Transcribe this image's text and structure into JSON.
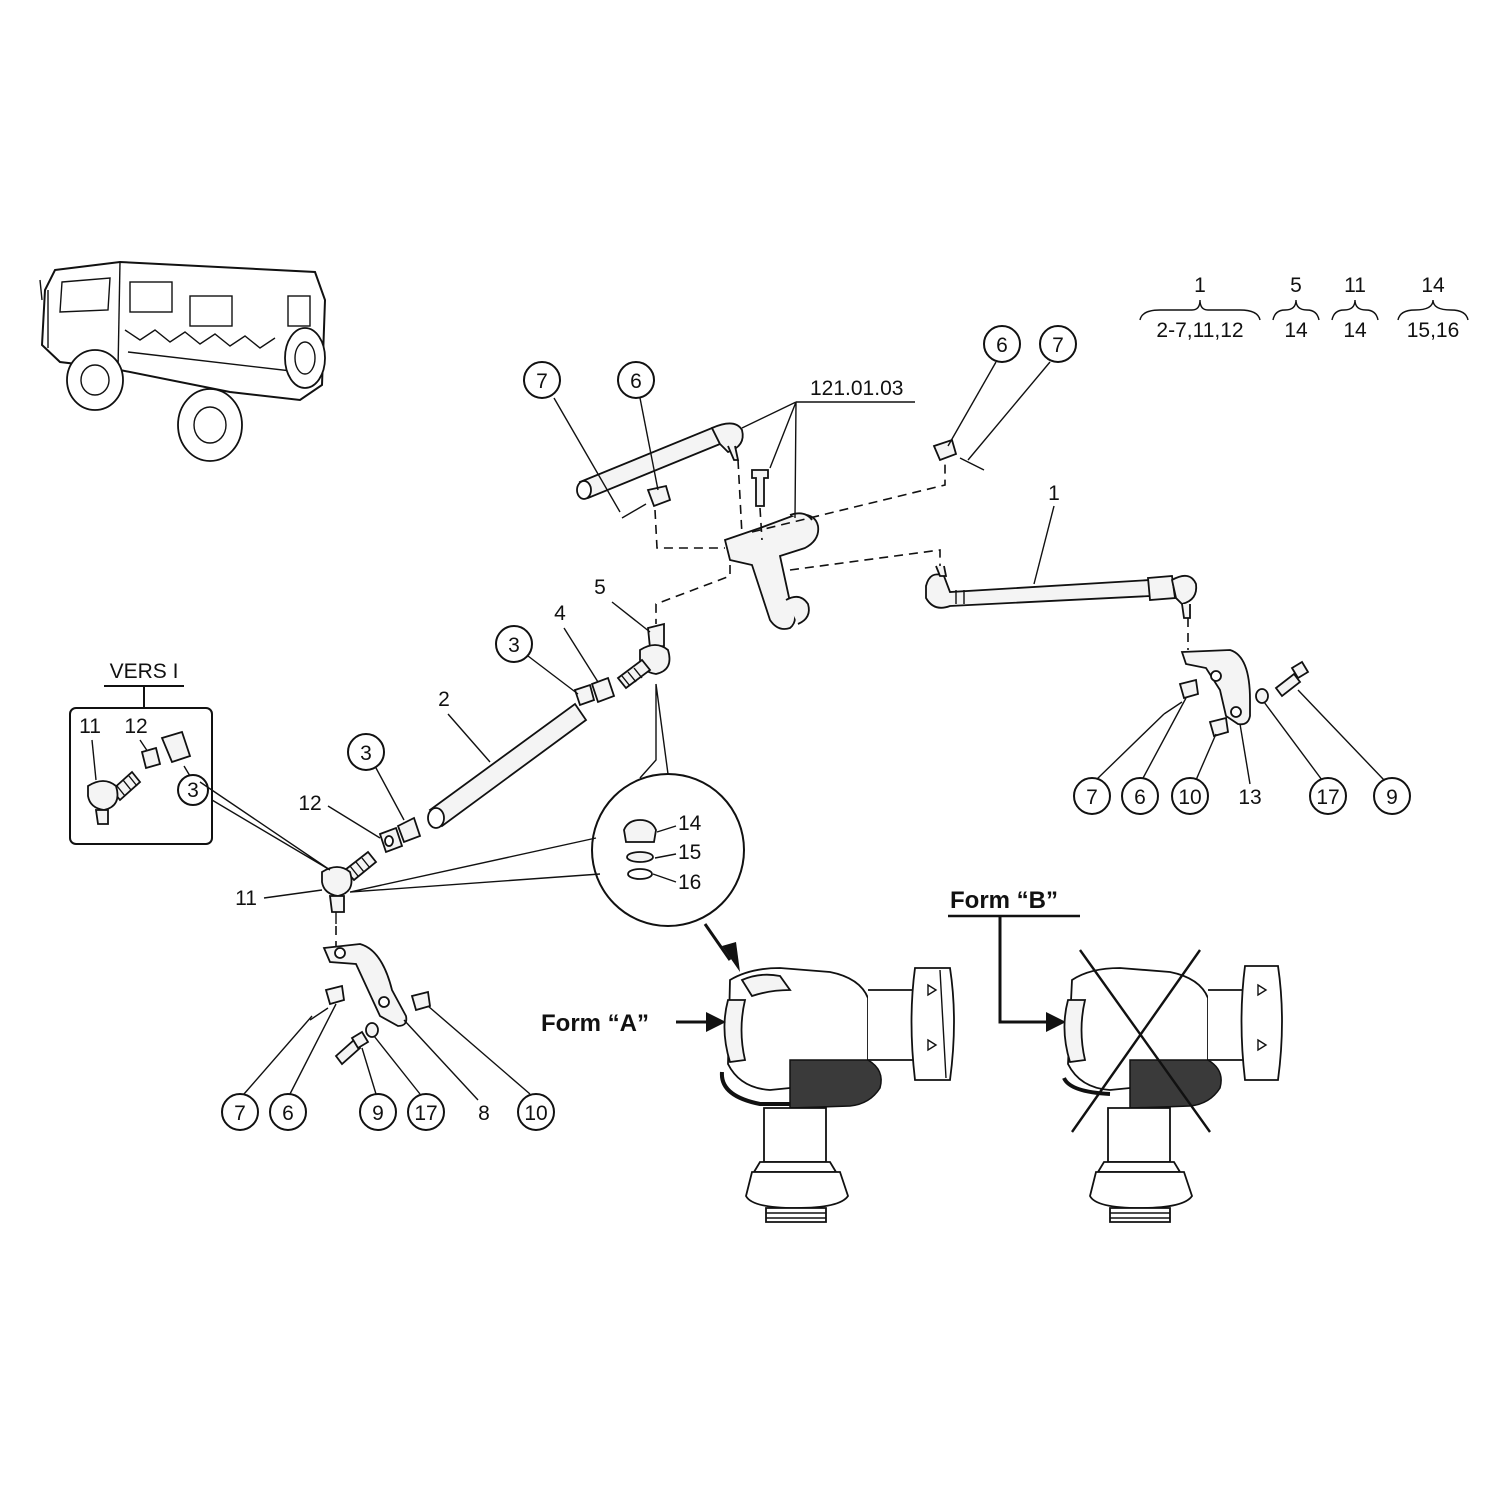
{
  "part_numbers": {
    "p1": "1",
    "p2": "2",
    "p3": "3",
    "p4": "4",
    "p5": "5",
    "p6": "6",
    "p7": "7",
    "p8": "8",
    "p9": "9",
    "p10": "10",
    "p11": "11",
    "p12": "12",
    "p13": "13",
    "p14": "14",
    "p15": "15",
    "p16": "16",
    "p17": "17"
  },
  "ref_drawing": "121.01.03",
  "variant_label": "VERS I",
  "form_a_label": "Form “A”",
  "form_b_label": "Form “B”",
  "assembly_key": [
    {
      "parent": "1",
      "contents": "2-7,11,12"
    },
    {
      "parent": "5",
      "contents": "14"
    },
    {
      "parent": "11",
      "contents": "14"
    },
    {
      "parent": "14",
      "contents": "15,16"
    }
  ]
}
